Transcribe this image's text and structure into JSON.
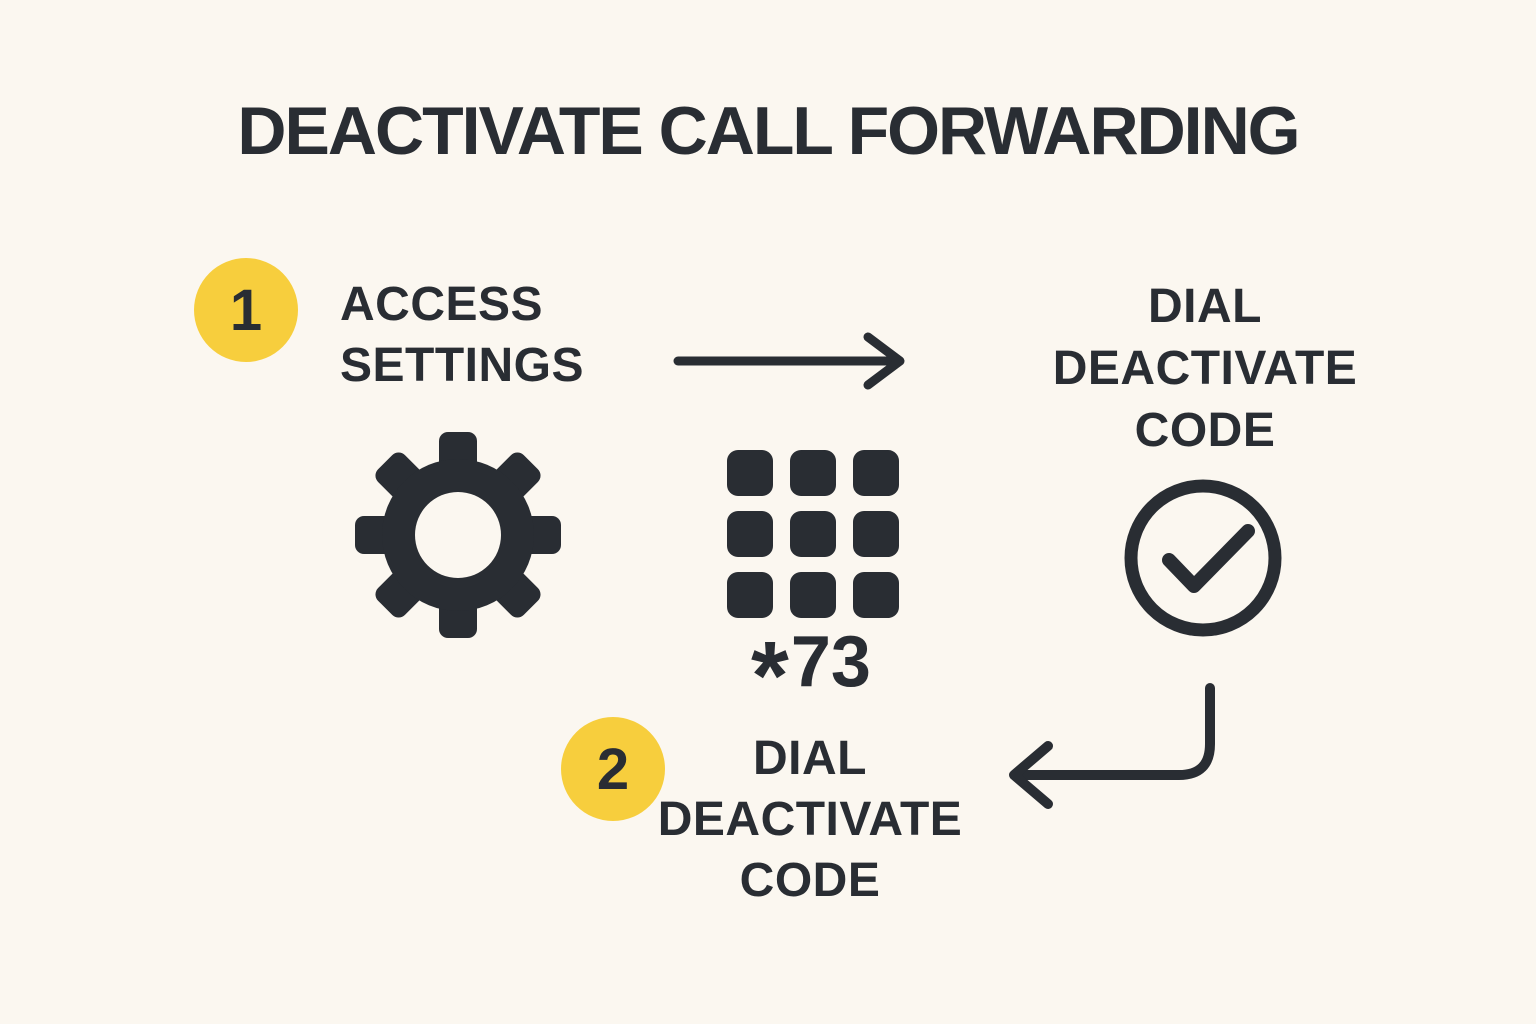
{
  "title": "DEACTIVATE CALL FORWARDING",
  "colors": {
    "background": "#FBF7F0",
    "ink": "#292D33",
    "accent_yellow": "#F7CE3D"
  },
  "step1": {
    "number": "1",
    "label": "ACCESS\nSETTINGS",
    "icon": "gear-icon"
  },
  "dial_top": {
    "label": "DIAL\nDEACTIVATE\nCODE",
    "icon": "check-circle-icon"
  },
  "keypad": {
    "icon": "keypad-icon",
    "keys_grid": "3x3"
  },
  "dial_code": {
    "star": "*",
    "digits": "73"
  },
  "step2": {
    "number": "2",
    "label": "DIAL\nDEACTIVATE\nCODE"
  },
  "flow": {
    "arrow1": "arrow-right-icon",
    "arrow2": "arrow-return-left-icon"
  }
}
